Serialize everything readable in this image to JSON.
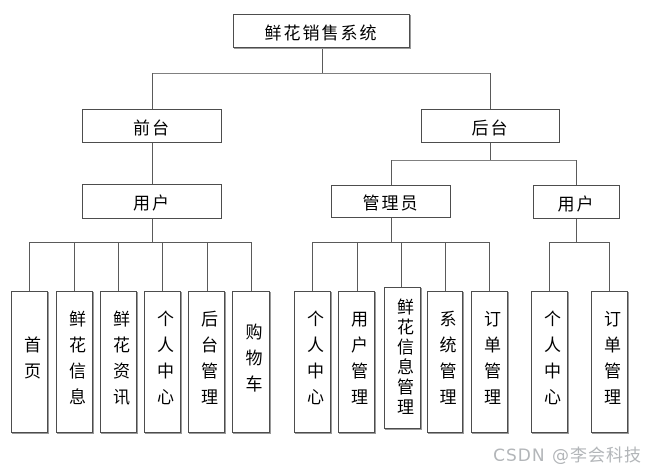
{
  "diagram": {
    "title": "鲜花销售系统",
    "root": {
      "label": "鲜花销售系统"
    },
    "frontend": {
      "label": "前台",
      "user": {
        "label": "用户",
        "leaves": [
          "首页",
          "鲜花信息",
          "鲜花资讯",
          "个人中心",
          "后台管理",
          "购物车"
        ]
      }
    },
    "backend": {
      "label": "后台",
      "admin": {
        "label": "管理员",
        "leaves": [
          "个人中心",
          "用户管理",
          "鲜花信息管理",
          "系统管理",
          "订单管理"
        ]
      },
      "user": {
        "label": "用户",
        "leaves": [
          "个人中心",
          "订单管理"
        ]
      }
    }
  },
  "watermark": {
    "text": "CSDN @李会科技",
    "color": "#b3b6b9"
  },
  "colors": {
    "box_border": "#4d4d4d",
    "connector_line": "#5a5a5a",
    "background": "#ffffff",
    "text": "#000000"
  }
}
